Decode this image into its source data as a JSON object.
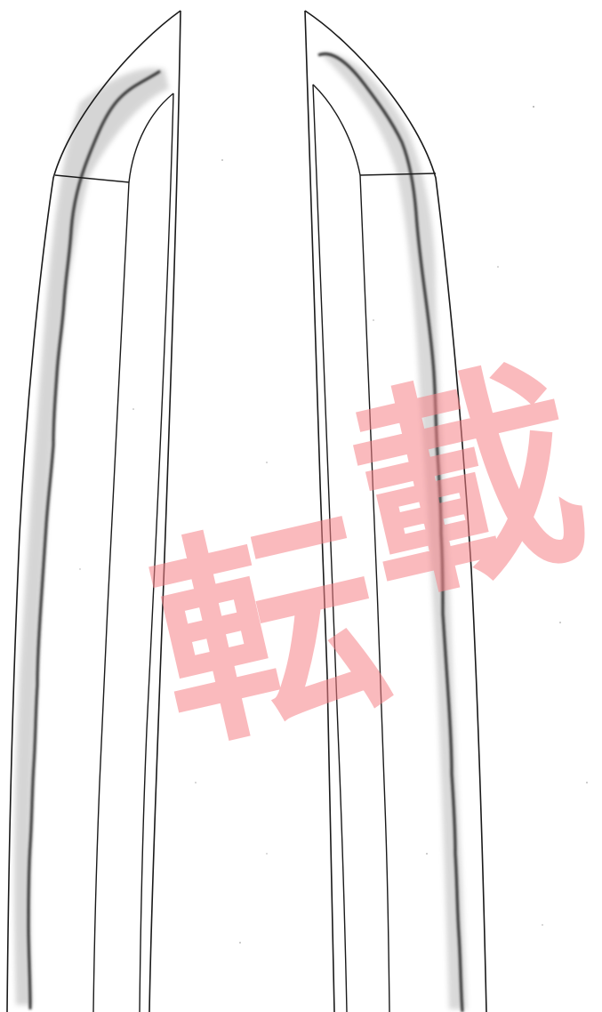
{
  "image": {
    "subject": "oshigata-sword-blade-rubbing",
    "panels": [
      "omote",
      "ura"
    ],
    "palette": {
      "background": "#ffffff",
      "outline": "#1a1a1a",
      "hamon_shading": "#3a3a3a",
      "watermark": "#f58287"
    }
  },
  "watermark": {
    "text": "転載",
    "char_1": "転",
    "char_2": "載"
  }
}
